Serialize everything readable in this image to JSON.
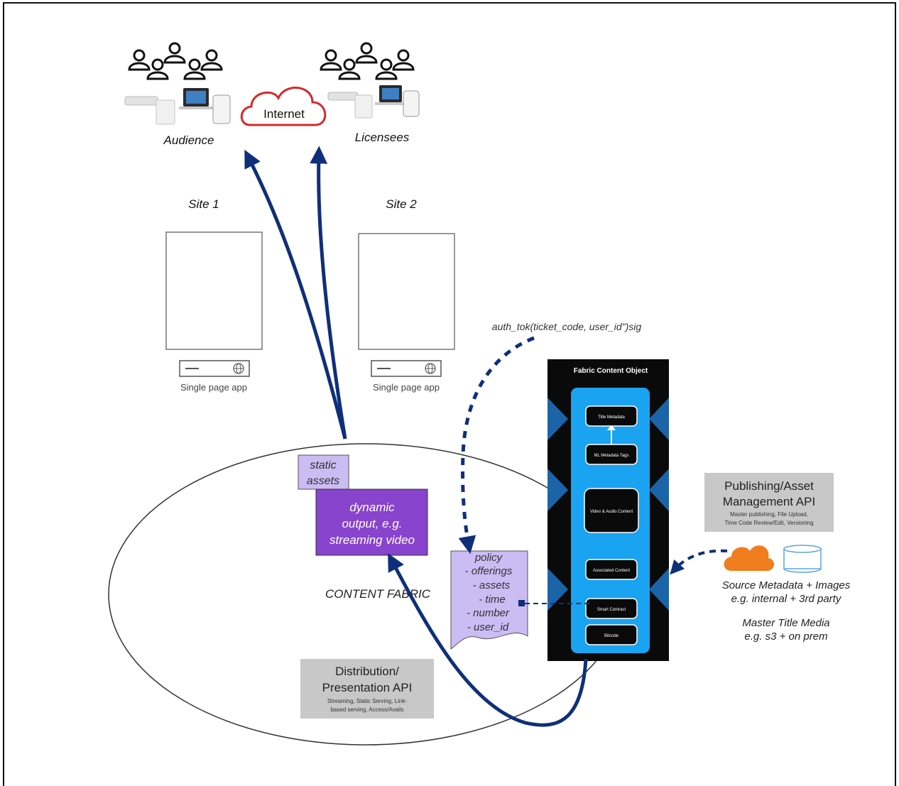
{
  "colors": {
    "navy": "#0f2f7a",
    "black": "#111111",
    "blue": "#1aa3f0",
    "violet_dark": "#8844cc",
    "violet_light": "#cbbcf3",
    "gray_box": "#c8c8c8",
    "cloud_red": "#d42a2a",
    "cloud_orange": "#f07d1e",
    "db_blue": "#5aa6d8"
  },
  "audience": {
    "label": "Audience"
  },
  "internet": {
    "label": "Internet"
  },
  "licensees": {
    "label": "Licensees"
  },
  "site1": {
    "title": "Site 1",
    "caption": "Single page app"
  },
  "site2": {
    "title": "Site 2",
    "caption": "Single page app"
  },
  "auth": {
    "label": "auth_tok(ticket_code, user_id\")sig"
  },
  "fabric_object": {
    "title": "Fabric Content Object",
    "items": [
      "Title Metadata",
      "ML Metadata Tags",
      "Video & Audio Content",
      "Associated Content",
      "Smart Contract",
      "Bitcode"
    ]
  },
  "publishing": {
    "title_line1": "Publishing/Asset",
    "title_line2": "Management API",
    "sub_line1": "Master publishing, File Upload,",
    "sub_line2": "Time Code Review/Edit, Versioning"
  },
  "source": {
    "line1": "Source Metadata + Images",
    "line2": "e.g. internal + 3rd party",
    "line3": "Master Title Media",
    "line4": "e.g. s3 + on prem"
  },
  "static_assets": {
    "line1": "static",
    "line2": "assets"
  },
  "dynamic": {
    "line1": "dynamic",
    "line2": "output, e.g.",
    "line3": "streaming video"
  },
  "content_fabric": {
    "label": "CONTENT FABRIC"
  },
  "policy": {
    "lines": [
      "policy",
      "- offerings",
      "- assets",
      "- time",
      "- number",
      "- user_id"
    ]
  },
  "distribution": {
    "title_line1": "Distribution/",
    "title_line2": "Presentation API",
    "sub_line1": "Streaming, Static Serving, Link-",
    "sub_line2": "based serving, Access/Avails"
  }
}
